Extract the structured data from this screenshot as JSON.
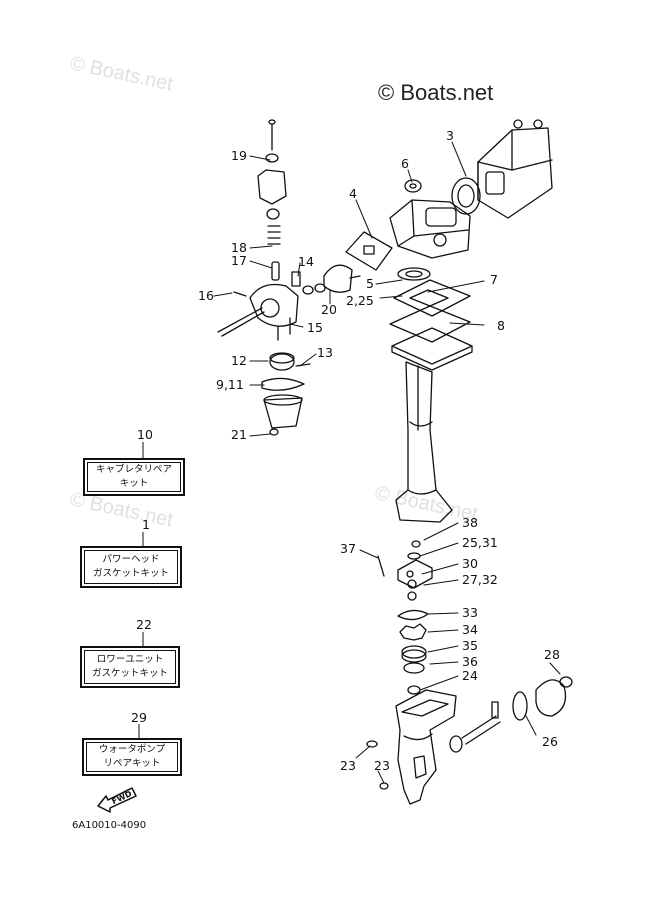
{
  "watermark": {
    "main": "© Boats.net",
    "faint": "© Boats.net"
  },
  "callouts": [
    {
      "id": "c19",
      "text": "19"
    },
    {
      "id": "c3",
      "text": "3"
    },
    {
      "id": "c6",
      "text": "6"
    },
    {
      "id": "c4",
      "text": "4"
    },
    {
      "id": "c18",
      "text": "18"
    },
    {
      "id": "c17",
      "text": "17"
    },
    {
      "id": "c14",
      "text": "14"
    },
    {
      "id": "c7",
      "text": "7"
    },
    {
      "id": "c16",
      "text": "16"
    },
    {
      "id": "c5",
      "text": "5"
    },
    {
      "id": "c225",
      "text": "2,25"
    },
    {
      "id": "c20",
      "text": "20"
    },
    {
      "id": "c15",
      "text": "15"
    },
    {
      "id": "c8",
      "text": "8"
    },
    {
      "id": "c13",
      "text": "13"
    },
    {
      "id": "c12",
      "text": "12"
    },
    {
      "id": "c911",
      "text": "9,11"
    },
    {
      "id": "c21",
      "text": "21"
    },
    {
      "id": "c38",
      "text": "38"
    },
    {
      "id": "c37",
      "text": "37"
    },
    {
      "id": "c2531",
      "text": "25,31"
    },
    {
      "id": "c30",
      "text": "30"
    },
    {
      "id": "c2732",
      "text": "27,32"
    },
    {
      "id": "c33",
      "text": "33"
    },
    {
      "id": "c34",
      "text": "34"
    },
    {
      "id": "c35",
      "text": "35"
    },
    {
      "id": "c28",
      "text": "28"
    },
    {
      "id": "c36",
      "text": "36"
    },
    {
      "id": "c24",
      "text": "24"
    },
    {
      "id": "c26",
      "text": "26"
    },
    {
      "id": "c23a",
      "text": "23"
    },
    {
      "id": "c23b",
      "text": "23"
    }
  ],
  "kits": [
    {
      "number": "10",
      "line1": "キャブレタリペア",
      "line2": "キット"
    },
    {
      "number": "1",
      "line1": "パワーヘッド",
      "line2": "ガスケットキット"
    },
    {
      "number": "22",
      "line1": "ロワーユニット",
      "line2": "ガスケットキット"
    },
    {
      "number": "29",
      "line1": "ウォータポンプ",
      "line2": "リペアキット"
    }
  ],
  "fwd_label": "FWD",
  "diagram_code": "6A10010-4090"
}
